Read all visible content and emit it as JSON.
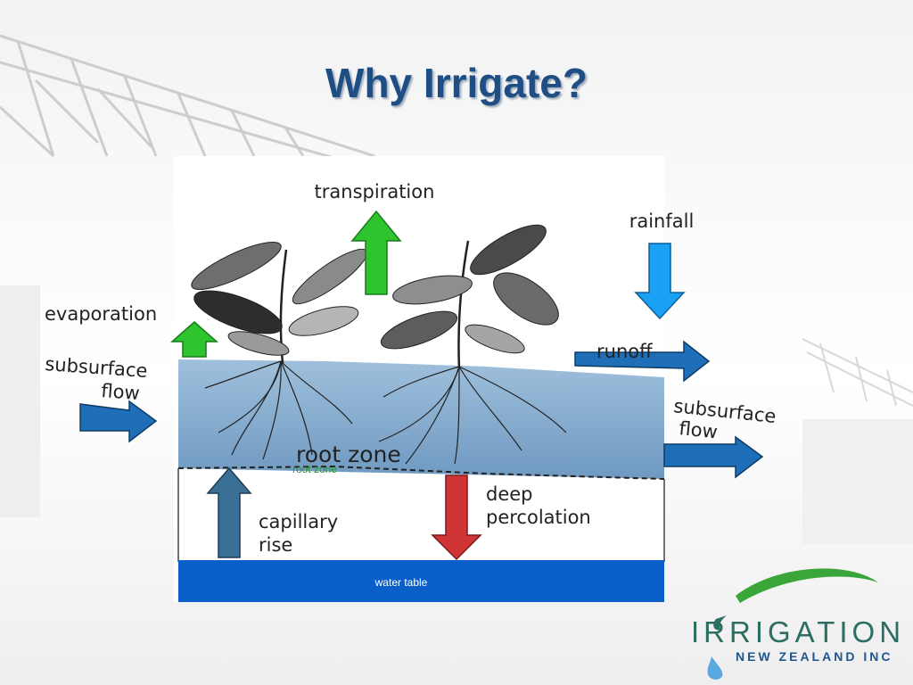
{
  "slide": {
    "title": "Why Irrigate?"
  },
  "diagram": {
    "labels": {
      "transpiration": "transpiration",
      "rainfall": "rainfall",
      "evaporation": "evaporation",
      "subsurface_flow_in": [
        "subsurface",
        "flow"
      ],
      "runoff": "runoff",
      "subsurface_flow_out": [
        "subsurface",
        "flow"
      ],
      "root_zone": "root zone",
      "root_zone_small": "root zone",
      "deep_percolation": [
        "deep",
        "percolation"
      ],
      "capillary_rise": [
        "capillary",
        "rise"
      ],
      "water_table": "water table"
    },
    "colors": {
      "soil_top": "#9fc0dc",
      "soil_bottom": "#6f99c1",
      "water_table": "#0a5fc8",
      "green_arrow": "#2ec42e",
      "rain_arrow": "#1aa0f5",
      "flow_arrow": "#1f6eb8",
      "capillary_arrow": "#3a6f96",
      "percolation_arrow": "#d03535"
    }
  },
  "logo": {
    "name": "IRRIGATION",
    "subtitle": "NEW ZEALAND INC",
    "colors": {
      "green": "#3aa63a",
      "teal": "#2d6e62",
      "blue": "#1f5590"
    }
  }
}
